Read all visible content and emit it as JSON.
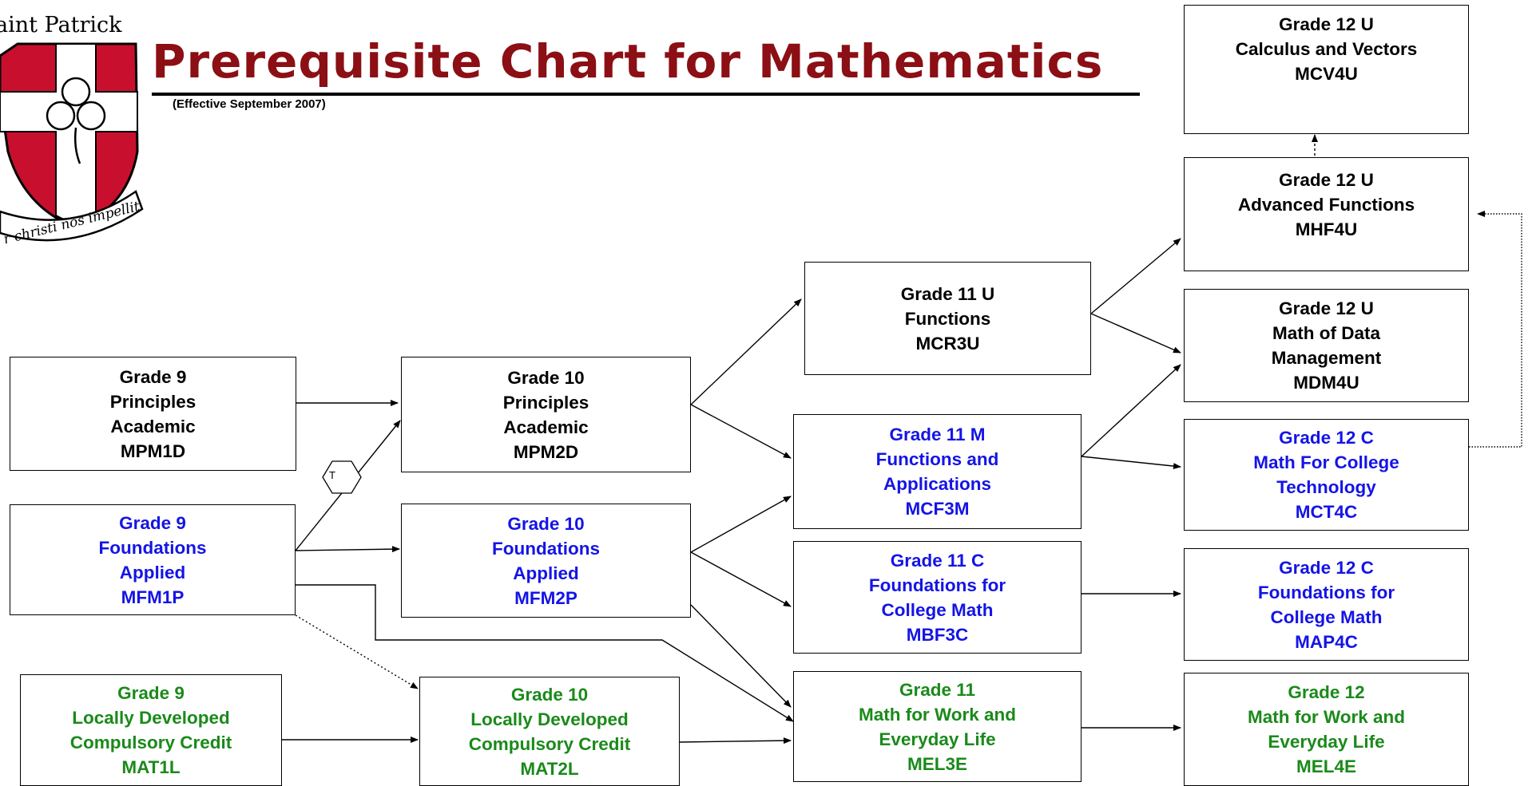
{
  "header": {
    "title": "Prerequisite Chart for Mathematics",
    "subtitle": "(Effective September 2007)",
    "logo_text": "aint Patrick",
    "logo_motto": "r christi nos impellit"
  },
  "colors": {
    "title": "#8b0f14",
    "academic": "#000000",
    "applied": "#1414e6",
    "locally_developed": "#1a8a1a",
    "crest_red": "#c8102e"
  },
  "courses": {
    "mpm1d": {
      "lines": [
        "Grade 9",
        "Principles",
        "Academic",
        "MPM1D"
      ]
    },
    "mfm1p": {
      "lines": [
        "Grade 9",
        "Foundations",
        "Applied",
        "MFM1P"
      ]
    },
    "mat1l": {
      "lines": [
        "Grade 9",
        "Locally Developed",
        "Compulsory Credit",
        "MAT1L"
      ]
    },
    "mpm2d": {
      "lines": [
        "Grade 10",
        "Principles",
        "Academic",
        "MPM2D"
      ]
    },
    "mfm2p": {
      "lines": [
        "Grade 10",
        "Foundations",
        "Applied",
        "MFM2P"
      ]
    },
    "mat2l": {
      "lines": [
        "Grade 10",
        "Locally Developed",
        "Compulsory Credit",
        "MAT2L"
      ]
    },
    "mcr3u": {
      "lines": [
        "Grade 11 U",
        "Functions",
        "MCR3U"
      ]
    },
    "mcf3m": {
      "lines": [
        "Grade 11 M",
        "Functions and",
        "Applications",
        "MCF3M"
      ]
    },
    "mbf3c": {
      "lines": [
        "Grade 11 C",
        "Foundations for",
        "College Math",
        "MBF3C"
      ]
    },
    "mel3e": {
      "lines": [
        "Grade 11",
        "Math for Work and",
        "Everyday Life",
        "MEL3E"
      ]
    },
    "mcv4u": {
      "lines": [
        "Grade 12 U",
        "Calculus and Vectors",
        "MCV4U"
      ]
    },
    "mhf4u": {
      "lines": [
        "Grade 12 U",
        "Advanced Functions",
        "MHF4U"
      ]
    },
    "mdm4u": {
      "lines": [
        "Grade 12 U",
        "Math of Data",
        "Management",
        "MDM4U"
      ]
    },
    "mct4c": {
      "lines": [
        "Grade 12 C",
        "Math For College",
        "Technology",
        "MCT4C"
      ]
    },
    "map4c": {
      "lines": [
        "Grade 12 C",
        "Foundations for",
        "College Math",
        "MAP4C"
      ]
    },
    "mel4e": {
      "lines": [
        "Grade 12",
        "Math for Work and",
        "Everyday Life",
        "MEL4E"
      ]
    }
  },
  "transfer_label": "T"
}
